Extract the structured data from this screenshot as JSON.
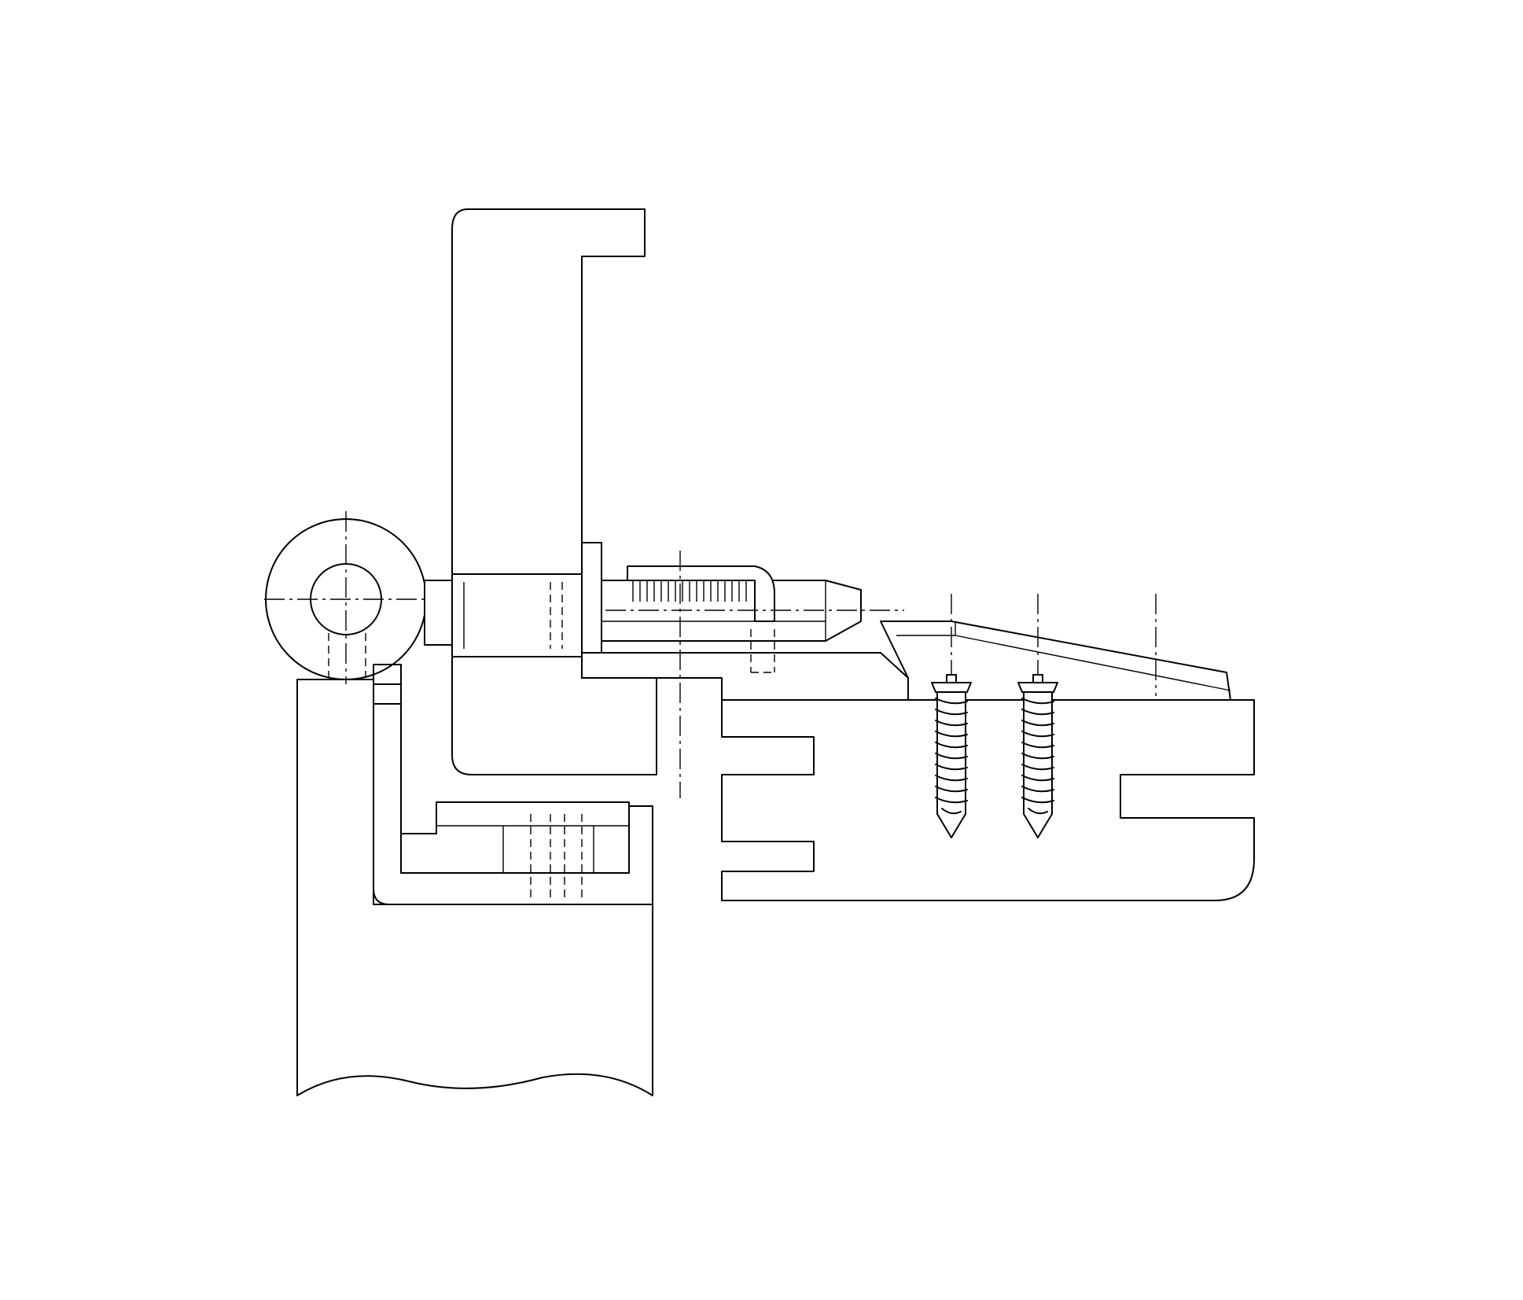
{
  "drawing": {
    "subject": "concealed-hinge-cross-section",
    "line_color": "#000000",
    "background_color": "#ffffff",
    "hatch_pattern": "diagonal-section-hatch",
    "screw_count": 2
  }
}
